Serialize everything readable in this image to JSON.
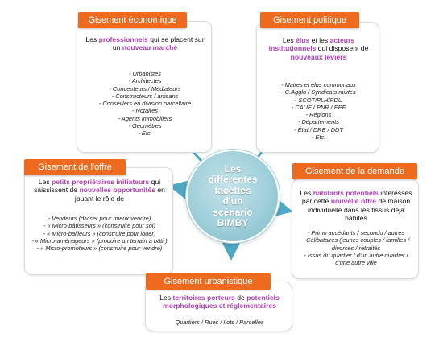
{
  "center": {
    "lines": [
      "Les",
      "différentes",
      "facettes",
      "d'un",
      "scénario",
      "BIMBY"
    ]
  },
  "economique": {
    "title": "Gisement économique",
    "intro_pre": "Les ",
    "intro_hl1": "professionnels",
    "intro_mid": " qui se placent sur un ",
    "intro_hl2": "nouveau marché",
    "items": [
      "- Urbanistes",
      "- Architectes",
      "- Concepteurs / Médiateurs",
      "- Constructeurs / artisans",
      "- Conseillers en division parcellaire",
      "- Notaires",
      "- Agents immobiliers",
      "- Géomètres",
      "- Etc."
    ]
  },
  "politique": {
    "title": "Gisement politique",
    "intro_pre": "Les ",
    "intro_hl1": "élus",
    "intro_mid1": " et les ",
    "intro_hl2": "acteurs institutionnels",
    "intro_mid2": " qui disposent de ",
    "intro_hl3": "nouveaux leviers",
    "items": [
      "- Maires et élus communaux",
      "- C.Agglo / Syndicats mixtes",
      "- SCOT/PLH/PDU",
      "- CAUE / PNR / EPF",
      "- Régions",
      "- Départements",
      "- État / DRE / DDT",
      "- Etc."
    ]
  },
  "offre": {
    "title": "Gisement de l'offre",
    "intro_pre": "Les ",
    "intro_hl1": "petits propriétaires initiateurs",
    "intro_mid": " qui saississent de ",
    "intro_hl2": "nouvelles opportunités",
    "intro_post": " en jouant le rôle de",
    "items": [
      "- Vendeurs (diviser pour mieux vendre)",
      "- « Micro-bâtisseurs » (construire pour soi)",
      "- « Micro-bailleurs » (construire pour louer)",
      "- « Micro-aménageurs » (produire un terrain à bâtir)",
      "- « Micro-promoteurs » (construire pour vendre)"
    ]
  },
  "demande": {
    "title": "Gisement de la demande",
    "intro_pre": "Les ",
    "intro_hl1": "habitants potentiels",
    "intro_mid": " intéressés par cette ",
    "intro_hl2": "nouvelle offre",
    "intro_post": " de maison individuelle dans les tissus déjà habités",
    "items": [
      "- Primo accédants / secondo / autres",
      "- Célibataires (jeunes couples / familles / divorcés / retraités",
      "- Issus du quartier / d'un autre quartier / d'une autre ville"
    ]
  },
  "urbanistique": {
    "title": "Gisement urbanistique",
    "intro_pre": "Les ",
    "intro_hl1": "territoires porteurs",
    "intro_mid": " de ",
    "intro_hl2": "potentiels morphologiques et réglementaires",
    "items": [
      "Quartiers / Rues / Ilots / Parcelles"
    ]
  },
  "colors": {
    "tag": "#ee6a1e",
    "highlight": "#b13fb7",
    "arrow": "#4fa8c3",
    "circle": "#9fcfda"
  }
}
